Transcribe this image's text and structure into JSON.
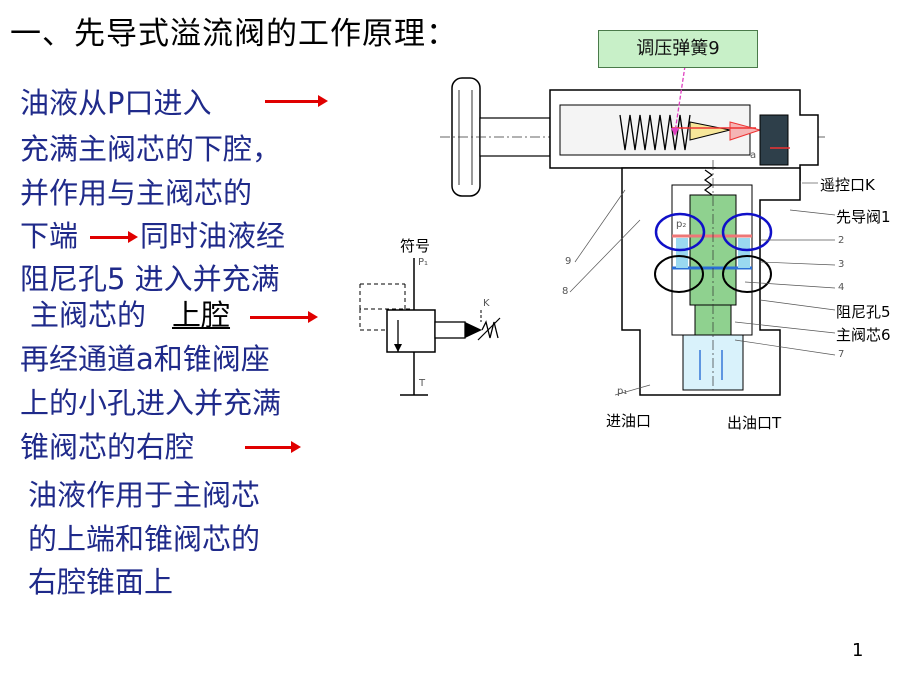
{
  "title": "一、先导式溢流阀的工作原理：",
  "lines": [
    "油液从P口进入",
    "充满主阀芯的下腔，",
    "并作用与主阀芯的",
    "下端",
    "同时油液经",
    "阻尼孔5 进入并充满",
    "主阀芯的",
    "上腔",
    "再经通道a和锥阀座",
    "上的小孔进入并充满",
    "锥阀芯的右腔",
    "油液作用于主阀芯",
    "的上端和锥阀芯的",
    "右腔锥面上"
  ],
  "callout": "调压弹簧9",
  "symbol": {
    "title": "符号",
    "p1": "P₁",
    "t": "T",
    "k": "K"
  },
  "labels": {
    "remote_port": "遥控口K",
    "pilot_valve": "先导阀1",
    "orifice": "阻尼孔5",
    "main_spool": "主阀芯6",
    "inlet": "进油口",
    "outlet": "出油口T",
    "p1": "p₁",
    "p2": "p₂",
    "a": "a"
  },
  "part_numbers": [
    "2",
    "3",
    "4",
    "7",
    "8",
    "9"
  ],
  "page_number": "1"
}
